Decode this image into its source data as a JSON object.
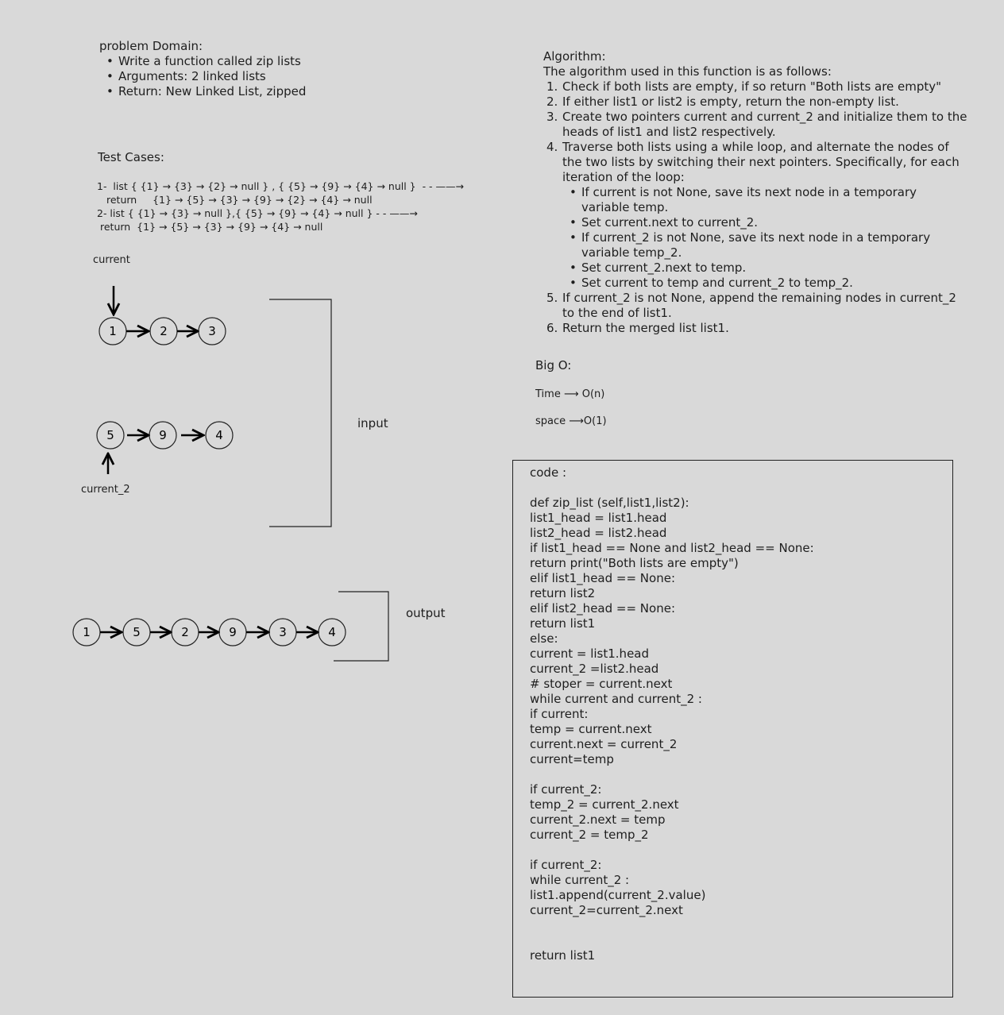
{
  "problem": {
    "title": "problem Domain:",
    "items": [
      "Write a function called zip lists",
      "Arguments: 2 linked lists",
      "Return: New Linked List, zipped"
    ]
  },
  "tests": {
    "title": "Test Cases:",
    "line1": "1-  list { {1} → {3} → {2} → null } , { {5} → {9} → {4} → null }  - - ——→",
    "line2": "return     {1} → {5} → {3} → {9} → {2} → {4} → null",
    "line3": "2- list { {1} → {3} → null },{ {5} → {9} → {4} → null } - - ——→",
    "line4": "return  {1} → {5} → {3} → {9} → {4} → null"
  },
  "diagram": {
    "current_label": "current",
    "current2_label": "current_2",
    "input_label": "input",
    "output_label": "output",
    "list1_nodes": [
      "1",
      "2",
      "3"
    ],
    "list2_nodes": [
      "5",
      "9",
      "4"
    ],
    "output_nodes": [
      "1",
      "5",
      "2",
      "9",
      "3",
      "4"
    ]
  },
  "algorithm": {
    "title": "Algorithm:",
    "intro": "The algorithm used in this function is as follows:",
    "step1": "Check if both lists are empty, if so return \"Both lists are empty\"",
    "step2": "If either list1 or list2 is empty, return the non-empty list.",
    "step3": "Create two pointers current and current_2 and initialize them to the heads of list1 and list2 respectively.",
    "step4": "Traverse both lists using a while loop, and alternate the nodes of the two lists by switching their next pointers. Specifically, for each iteration of the loop:",
    "sub1": "If current is not None, save its next node in a temporary variable temp.",
    "sub2": "Set current.next to current_2.",
    "sub3": "If current_2 is not None, save its next node in a temporary variable temp_2.",
    "sub4": "Set current_2.next to temp.",
    "sub5": "Set current to temp and current_2 to temp_2.",
    "step5": "If current_2 is not None, append the remaining nodes in current_2 to the end of list1.",
    "step6": "Return the merged list list1."
  },
  "bigo": {
    "title": "Big O:",
    "time": "Time ⟶ O(n)",
    "space": "space ⟶O(1)"
  },
  "code": {
    "lines": [
      "code :",
      "",
      "def zip_list (self,list1,list2):",
      "list1_head = list1.head",
      "list2_head = list2.head",
      "if list1_head == None and list2_head == None:",
      "return print(\"Both lists are empty\")",
      "elif list1_head == None:",
      "return list2",
      "elif list2_head == None:",
      "return list1",
      "else:",
      "current = list1.head",
      "current_2 =list2.head",
      "# stoper = current.next",
      "while current and current_2 :",
      "if current:",
      "temp = current.next",
      "current.next = current_2",
      "current=temp",
      "",
      "if current_2:",
      "temp_2 = current_2.next",
      "current_2.next = temp",
      "current_2 = temp_2",
      "",
      "if current_2:",
      "while current_2 :",
      "list1.append(current_2.value)",
      "current_2=current_2.next",
      "",
      "",
      "return list1"
    ]
  }
}
